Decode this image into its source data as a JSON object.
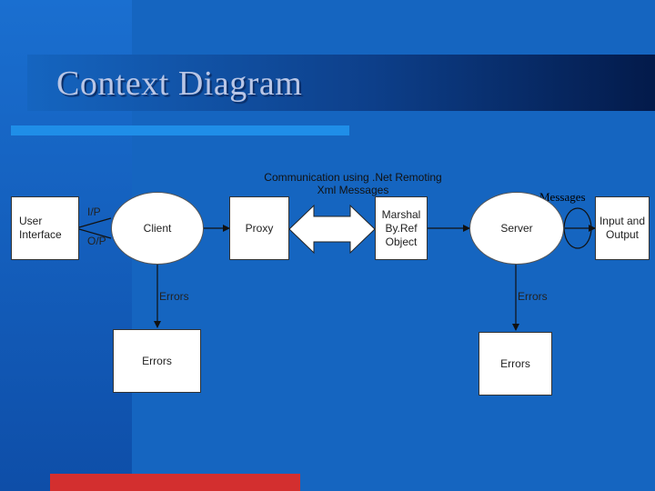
{
  "slide": {
    "title": "Context Diagram"
  },
  "diagram": {
    "comm_note_line1": "Communication using .Net Remoting",
    "comm_note_line2": "Xml Messages",
    "messages_label": "Messages",
    "user_interface": "User Interface",
    "ip_label": "I/P",
    "op_label": "O/P",
    "client": "Client",
    "proxy": "Proxy",
    "marshal": "Marshal By.Ref Object",
    "server": "Server",
    "input_output": "Input and Output",
    "client_errors_label": "Errors",
    "client_errors_box": "Errors",
    "server_errors_label": "Errors",
    "server_errors_box": "Errors"
  },
  "colors": {
    "background": "#1565c0",
    "title_bar": "#1f8ee8",
    "bottom_bar": "#d32f2f"
  }
}
